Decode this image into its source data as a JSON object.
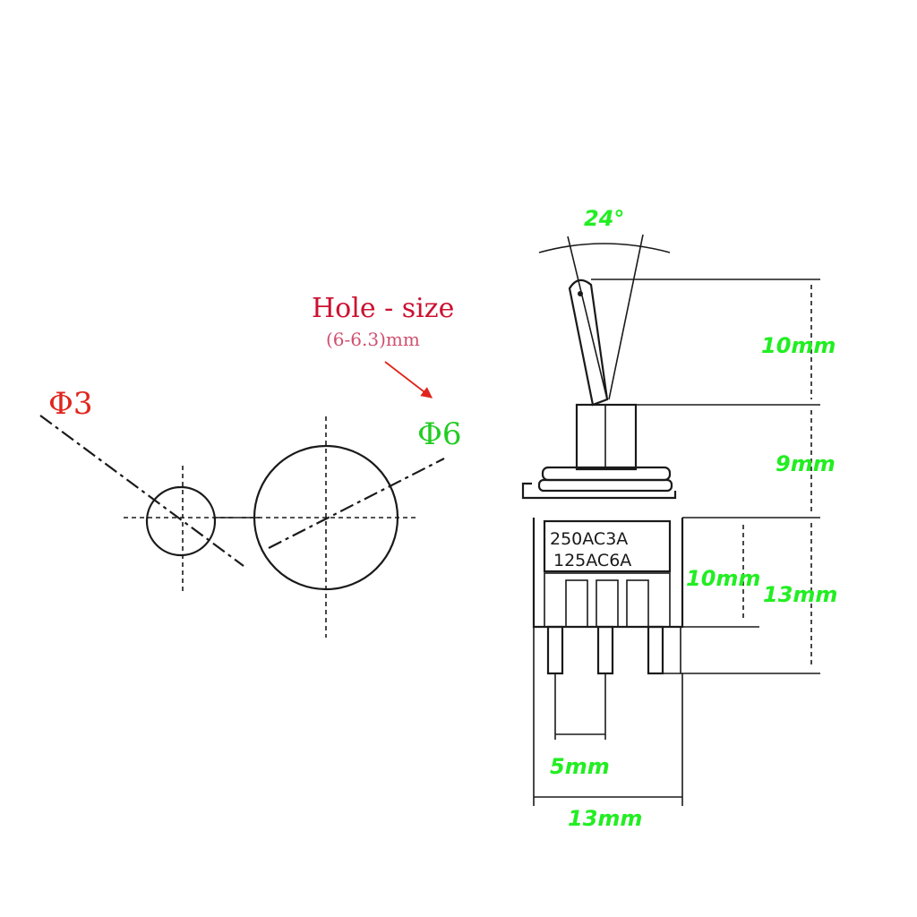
{
  "colors": {
    "dimension": "#22ee22",
    "phi3": "#e0241c",
    "phi6": "#22cc22",
    "hole_title": "#cc1030",
    "hole_sub": "#d05070",
    "arrow": "#e0241c",
    "ink": "#1a1a1a"
  },
  "hole": {
    "title": "Hole - size",
    "subtitle": "(6-6.3)mm"
  },
  "holes": {
    "small_label": "Φ3",
    "large_label": "Φ6"
  },
  "switch": {
    "rating_line1": "250AC3A",
    "rating_line2": "125AC6A"
  },
  "dimensions": {
    "angle": "24°",
    "lever_height": "10mm",
    "bushing_height": "9mm",
    "body_height": "10mm",
    "pin_body_height": "13mm",
    "pin_spacing": "5mm",
    "body_width": "13mm"
  },
  "icons": {
    "pointer": "arrow-pointer-icon"
  }
}
